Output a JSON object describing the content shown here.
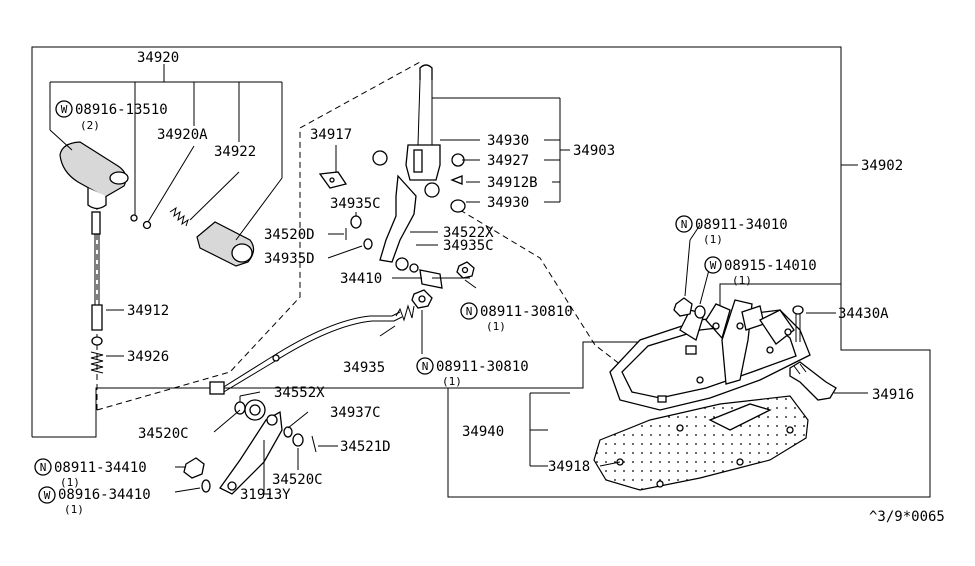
{
  "callouts": {
    "c34920": "34920",
    "c08916_13510": "08916-13510",
    "c08916_13510_qty": "(2)",
    "c34920A": "34920A",
    "c34922": "34922",
    "c34917": "34917",
    "c34930a": "34930",
    "c34927": "34927",
    "c34912B": "34912B",
    "c34930b": "34930",
    "c34903": "34903",
    "c34902": "34902",
    "c34935Ca": "34935C",
    "c34520D": "34520D",
    "c34522X": "34522X",
    "c34935D": "34935D",
    "c34935Cb": "34935C",
    "c34410": "34410",
    "c08911_34010": "08911-34010",
    "c08911_34010_qty": "(1)",
    "c08915_14010": "08915-14010",
    "c08915_14010_qty": "(1)",
    "c34430A": "34430A",
    "c34912": "34912",
    "c08911_30810a": "08911-30810",
    "c08911_30810a_qty": "(1)",
    "c34926": "34926",
    "c34935": "34935",
    "c08911_30810b": "08911-30810",
    "c08911_30810b_qty": "(1)",
    "c34916": "34916",
    "c34552X": "34552X",
    "c34520Ca": "34520C",
    "c34937C": "34937C",
    "c34940": "34940",
    "c34521D": "34521D",
    "c08911_34410": "08911-34410",
    "c08911_34410_qty": "(1)",
    "c34520Cb": "34520C",
    "c34918": "34918",
    "c08916_34410": "08916-34410",
    "c08916_34410_qty": "(1)",
    "c31913Y": "31913Y"
  },
  "badges": {
    "w": "W",
    "n": "N"
  },
  "footer_code": "^3/9*0065"
}
